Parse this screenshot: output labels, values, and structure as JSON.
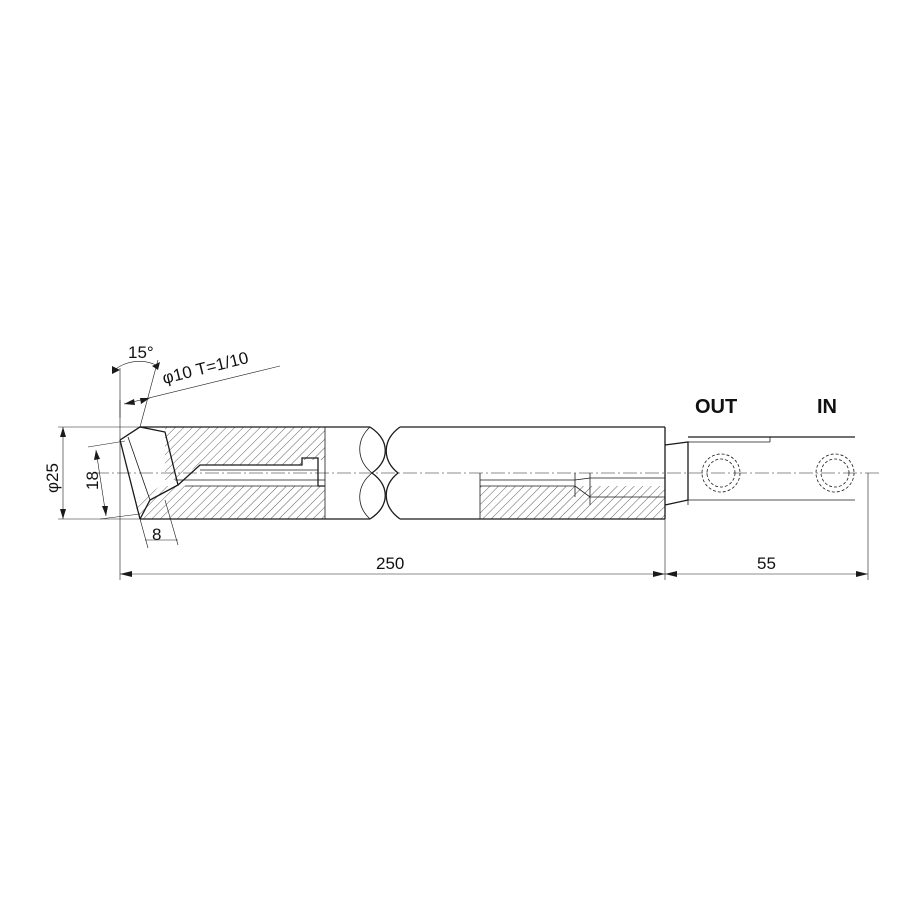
{
  "drawing": {
    "dimensions": {
      "overall_length": "250",
      "head_length": "55",
      "diameter": "φ25",
      "inner_dim": "18",
      "tip_dim": "8",
      "angle": "15°",
      "bore_spec": "φ10 T=1/10"
    },
    "ports": {
      "out_label": "OUT",
      "in_label": "IN"
    }
  }
}
